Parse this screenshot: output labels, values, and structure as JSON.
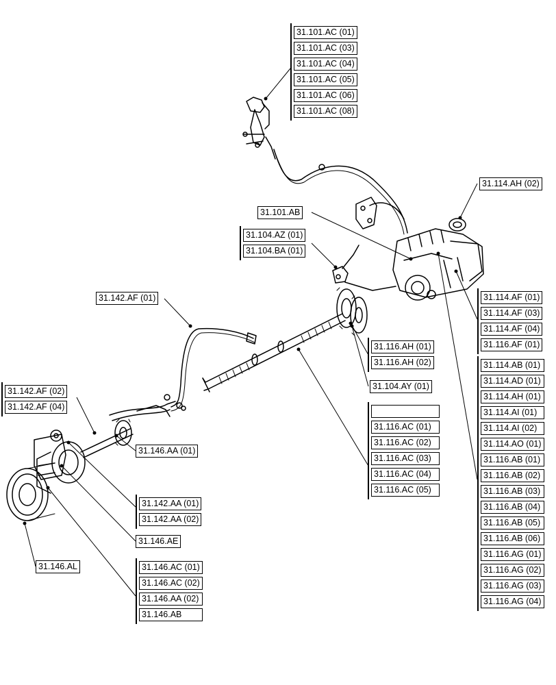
{
  "callouts": {
    "g1": [
      "31.101.AC (01)",
      "31.101.AC (03)",
      "31.101.AC (04)",
      "31.101.AC (05)",
      "31.101.AC (06)",
      "31.101.AC (08)"
    ],
    "g2": [
      "31.114.AH (02)"
    ],
    "g3": [
      "31.101.AB"
    ],
    "g4": [
      "31.104.AZ (01)",
      "31.104.BA (01)"
    ],
    "g5": [
      "31.142.AF (01)"
    ],
    "g6": [
      "31.114.AF (01)",
      "31.114.AF (03)",
      "31.114.AF (04)",
      "31.116.AF (01)"
    ],
    "g7": [
      "31.116.AH (01)",
      "31.116.AH (02)"
    ],
    "g8": [
      "31.114.AB (01)",
      "31.114.AD (01)",
      "31.114.AH (01)",
      "31.114.AI (01)",
      "31.114.AI (02)",
      "31.114.AO (01)",
      "31.116.AB (01)",
      "31.116.AB (02)",
      "31.116.AB (03)",
      "31.116.AB (04)",
      "31.116.AB (05)",
      "31.116.AB (06)",
      "31.116.AG (01)",
      "31.116.AG (02)",
      "31.116.AG (03)",
      "31.116.AG (04)"
    ],
    "g9": [
      "31.104.AY (01)"
    ],
    "g10": [
      "31.142.AF (02)",
      "31.142.AF (04)"
    ],
    "g11": [
      "",
      "31.116.AC (01)",
      "31.116.AC (02)",
      "31.116.AC (03)",
      "31.116.AC (04)",
      "31.116.AC (05)"
    ],
    "g12": [
      "31.146.AA (01)"
    ],
    "g13": [
      "31.142.AA (01)",
      "31.142.AA (02)"
    ],
    "g14": [
      "31.146.AE"
    ],
    "g15": [
      "31.146.AL"
    ],
    "g16": [
      "31.146.AC (01)",
      "31.146.AC (02)",
      "31.146.AA (02)",
      "31.146.AB"
    ]
  }
}
